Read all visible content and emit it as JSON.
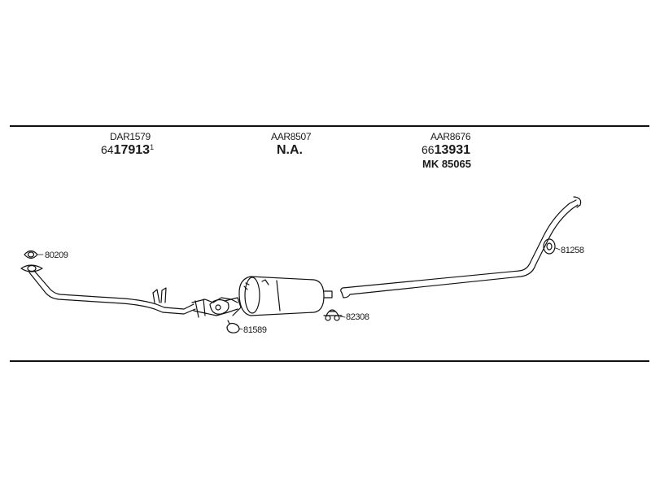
{
  "diagram": {
    "group1": {
      "code": "DAR1579",
      "number_prefix": "64",
      "number_main": "17913",
      "number_suffix": "1"
    },
    "group2": {
      "code": "AAR8507",
      "value": "N.A."
    },
    "group3": {
      "code": "AAR8676",
      "number_prefix": "66",
      "number_main": "13931",
      "mk_label": "MK 85065"
    },
    "parts": {
      "gasket": "80209",
      "clamp_left": "81589",
      "clamp_mid": "82308",
      "hanger_right": "81258"
    },
    "line_color": "#111111"
  }
}
